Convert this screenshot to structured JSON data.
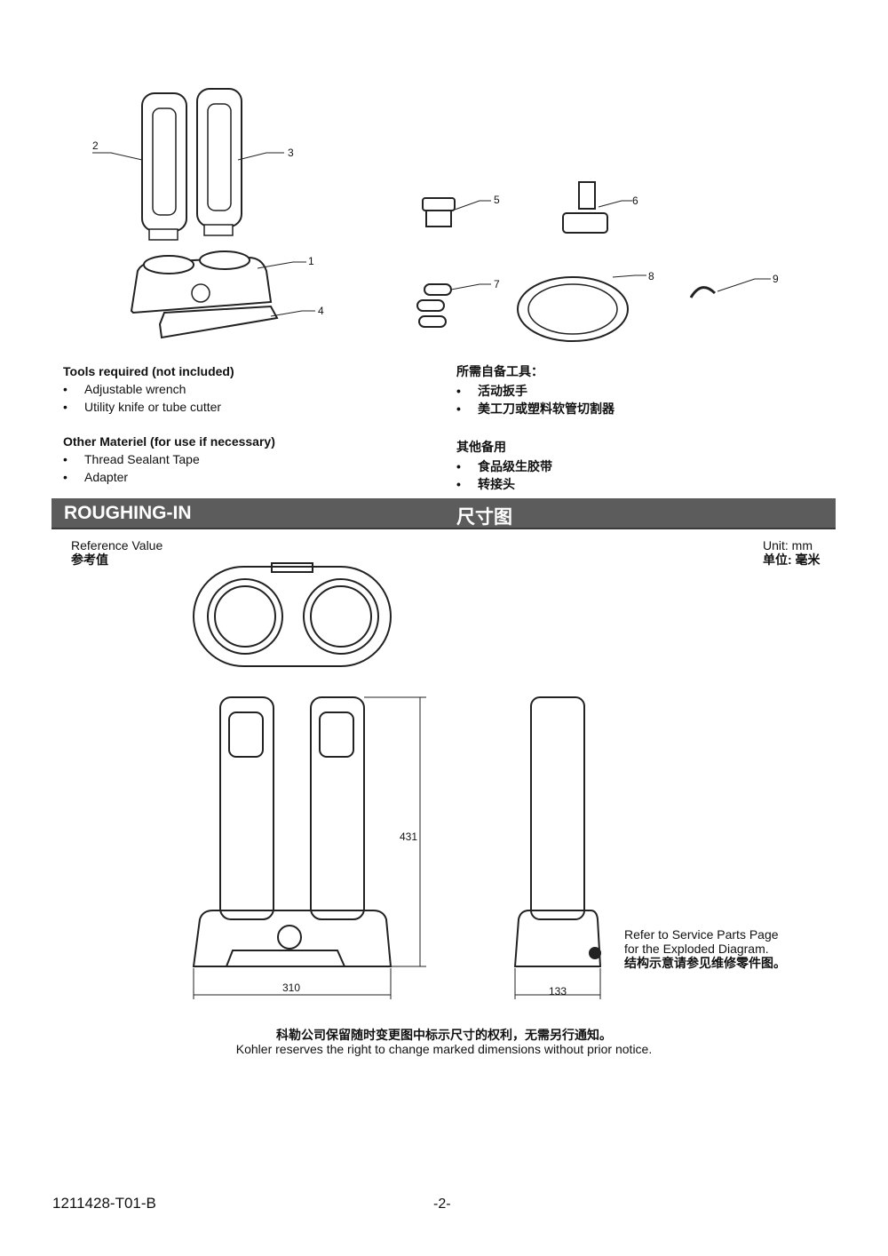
{
  "parts": {
    "callouts": [
      "1",
      "2",
      "3",
      "4",
      "5",
      "6",
      "7",
      "8",
      "9"
    ]
  },
  "tools": {
    "en_title": "Tools required (not included)",
    "en_items": [
      "Adjustable wrench",
      "Utility knife or tube cutter"
    ],
    "zh_title": "所需自备工具：",
    "zh_items": [
      "活动扳手",
      "美工刀或塑料软管切割器"
    ]
  },
  "other": {
    "en_title": "Other Materiel (for use if necessary)",
    "en_items": [
      "Thread Sealant Tape",
      "Adapter"
    ],
    "zh_title": "其他备用",
    "zh_items": [
      "食品级生胶带",
      "转接头"
    ]
  },
  "section": {
    "en": "ROUGHING-IN",
    "zh": "尺寸图"
  },
  "reference": {
    "en": "Reference Value",
    "zh": "参考值"
  },
  "unit": {
    "en": "Unit: mm",
    "zh": "单位: 毫米"
  },
  "dimensions": {
    "height": "431",
    "width": "310",
    "depth": "133"
  },
  "refer_note": {
    "line1": "Refer to Service Parts Page",
    "line2": "for the Exploded Diagram.",
    "zh": "结构示意请参见维修零件图。"
  },
  "notice": {
    "zh": "科勒公司保留随时变更图中标示尺寸的权利，无需另行通知。",
    "en": "Kohler reserves the right to change marked dimensions without prior notice."
  },
  "footer": {
    "doc_number": "1211428-T01-B",
    "page": "-2-"
  }
}
